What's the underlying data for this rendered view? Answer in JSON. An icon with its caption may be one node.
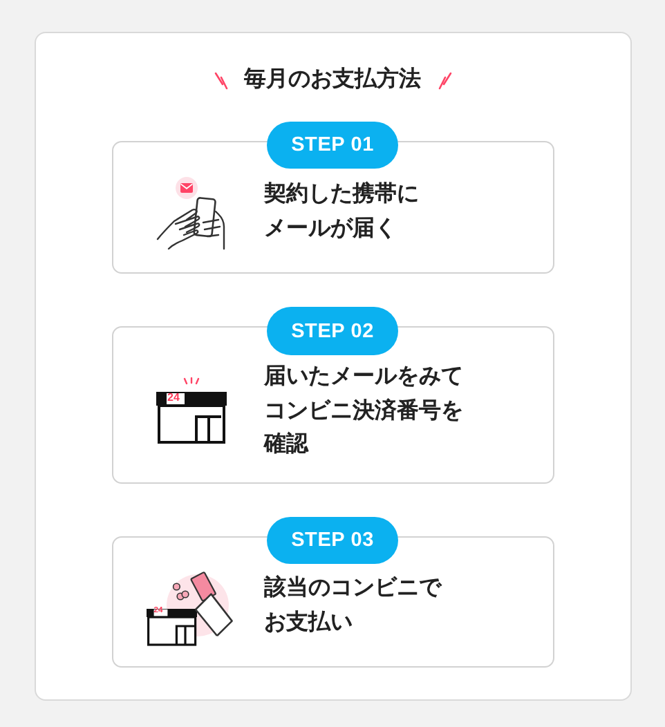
{
  "diagram": {
    "title": "毎月のお支払方法",
    "nodes": [
      {
        "text": [
          "STEP 01"
        ]
      },
      {
        "text": [
          "契約した携帯にメールが届く"
        ]
      },
      {
        "text": [
          "STEP 02"
        ]
      },
      {
        "text": [
          "届いたメールをみてコンビニ決済番号を確認"
        ]
      },
      {
        "text": [
          "STEP 03"
        ]
      },
      {
        "text": [
          "該当のコンビニでお支払い"
        ]
      }
    ],
    "labels": [
      "24",
      "24"
    ]
  }
}
